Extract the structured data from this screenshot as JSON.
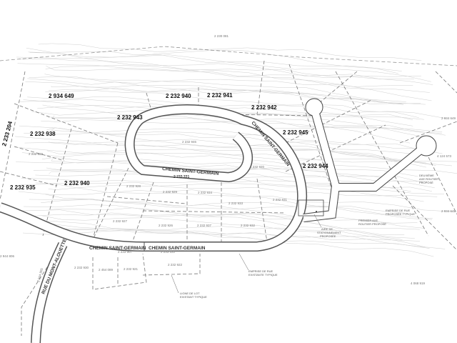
{
  "map": {
    "lots_bold": [
      "2 934 649",
      "2 232 940",
      "2 232 941",
      "2 232 943",
      "2 232 942",
      "2 232 938",
      "2 232 945",
      "2 232 944",
      "2 232 935",
      "2 232 940",
      "2 233 204"
    ],
    "lots_small": [
      "2 230 081",
      "2 232 946",
      "2 233 221",
      "2 232 939",
      "2 232 928",
      "2 232 929",
      "2 232 934",
      "2 232 927",
      "2 232 926",
      "2 232 937",
      "2 232 933",
      "2 232 930",
      "2 232 931",
      "2 232 932",
      "2 232 920",
      "2 454 089",
      "2 232 921",
      "2 232 922",
      "2 233 907",
      "2 233 222",
      "2 944 806",
      "2 944 805",
      "2 934 649",
      "4 124 573",
      "2 934 649",
      "4 068 919"
    ],
    "roads": [
      "CHEMIN SAINT-GERMAIN",
      "CHEMIN SAINT-GERMAIN",
      "CHEMIN SAINT-GERMAIN",
      "CHEMIN SAINT-GERMAIN",
      "RUE DU MONT-ALOUETTE"
    ],
    "notes": {
      "lot_line": [
        "LIGNE DE LOT",
        "EXISTANT TYPIQUE"
      ],
      "row_existing": [
        "EMPRISE DE RUE",
        "EXISTANTE TYPIQUE"
      ],
      "parking": [
        "AIRE DE",
        "STATIONNEMENT",
        "PROPOSÉE"
      ],
      "first_road": [
        "PREMIER AXE",
        "ROUTIER PROPOSÉ"
      ],
      "row_proposed": [
        "EMPRISE DE RUE",
        "PROPOSÉE TYPIQUE"
      ],
      "second_road": [
        "DEUXIÈME",
        "AXE ROUTIER",
        "PROPOSÉ"
      ]
    },
    "colors": {
      "road_edge": "#555555",
      "lot_line": "#777777",
      "contour": "#c8c8c8"
    }
  }
}
